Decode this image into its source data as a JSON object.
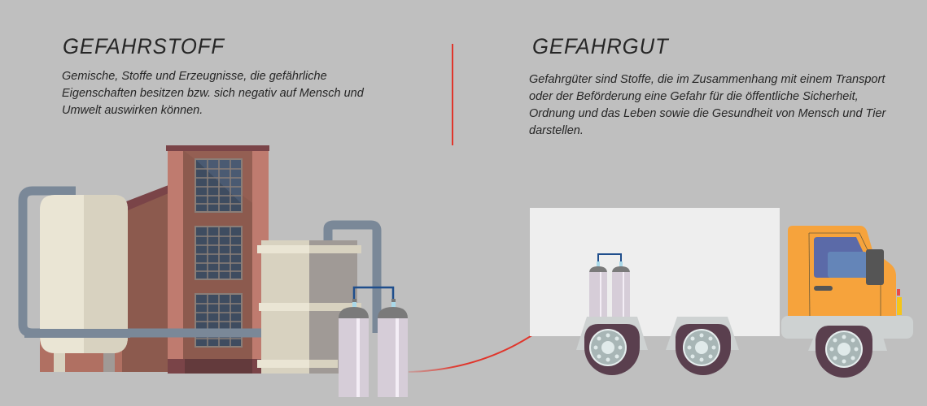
{
  "left": {
    "title": "GEFAHRSTOFF",
    "description": "Gemische, Stoffe und Erzeugnisse, die gefährliche Eigenschaften besitzen bzw. sich negativ auf Mensch und Umwelt auswirken können.",
    "illustration": "factory-with-tanks-and-gas-cylinders"
  },
  "right": {
    "title": "GEFAHRGUT",
    "description": "Gefahrgüter sind Stoffe, die im Zusammenhang mit einem Transport oder der Beförderung eine Gefahr für die öffentliche Sicherheit, Ordnung und das Leben sowie die Gesundheit von Mensch und Tier darstellen.",
    "illustration": "truck-transporting-gas-cylinders"
  },
  "colors": {
    "background": "#bfbfbf",
    "text": "#262626",
    "accent_red": "#e0352b",
    "brick": "#bf7b6f",
    "brick_dark": "#8c5a4e",
    "window": "#3e4c60",
    "pipe": "#7a8898",
    "tank_light": "#eae5d4",
    "tank_shade": "#d8d2c0",
    "cylinder": "#d6cdd8",
    "truck_cab": "#f6a33c",
    "trailer": "#eeeeee",
    "tire": "#5a3f4e"
  }
}
